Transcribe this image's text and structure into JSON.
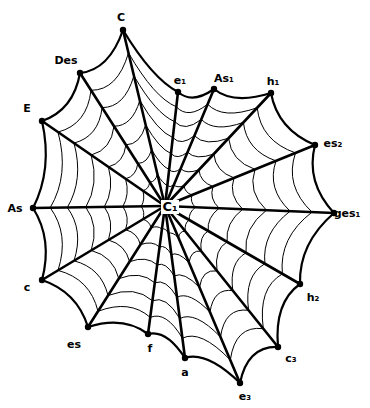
{
  "diagram": {
    "labels": [
      "C",
      "Des",
      "e₁",
      "As₁",
      "h₁",
      "es₂",
      "ges₁",
      "E",
      "C₁",
      "As",
      "h₂",
      "c",
      "c₃",
      "es",
      "f",
      "a",
      "e₃"
    ]
  }
}
